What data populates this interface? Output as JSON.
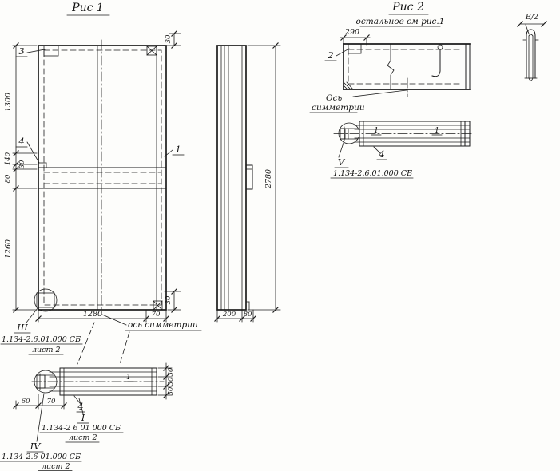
{
  "fig1": {
    "title": "Рис 1",
    "labels": {
      "n1": "1",
      "n3": "3",
      "n4": "4"
    },
    "dims": {
      "h1300": "1300",
      "h140": "140",
      "h30": "30",
      "h80": "80",
      "h1260": "1260",
      "top30": "30",
      "bot30": "30",
      "w1280": "1280",
      "w70": "70"
    },
    "axis_label": "ось симметрии",
    "detail_mark": "III",
    "ref_code": "1.134-2.6.01.000 СБ",
    "ref_sheet": "лист 2"
  },
  "side_view": {
    "h2780": "2780",
    "w200": "200",
    "w80": "80"
  },
  "section_1": {
    "part1": "1",
    "part4": "4",
    "d60": "60",
    "d70": "70",
    "d30a": "30",
    "d30b": "30",
    "d30c": "30",
    "mark_i": "I",
    "ref1_code": "1.134-2 6 01 000 СБ",
    "ref1_sheet": "лист 2",
    "mark_iv": "IV",
    "ref2_code": "1.134-2.6 01.000 СБ",
    "ref2_sheet": "лист 2"
  },
  "fig2": {
    "title": "Рис 2",
    "note": "остальное см рис.1",
    "d290": "290",
    "label2": "2",
    "axis_line1": "Ось",
    "axis_line2": "симметрии"
  },
  "section_2": {
    "part1a": "1",
    "part1b": "1",
    "part4": "4",
    "mark_v": "V",
    "ref_code": "1.134-2.6.01.000 СБ"
  },
  "detail_b": {
    "label": "В/2"
  }
}
